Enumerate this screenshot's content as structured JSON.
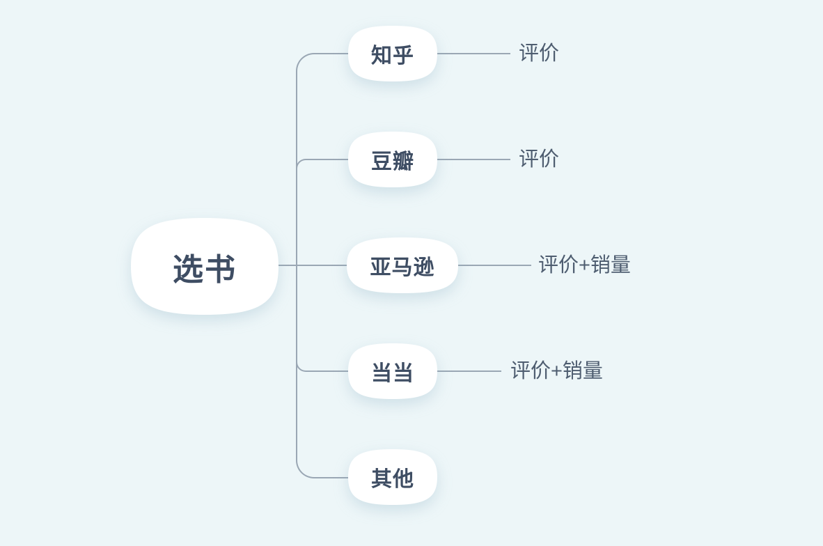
{
  "colors": {
    "background": "#edf6f8",
    "line": "#9aa7b4",
    "node_text": "#3e4d63",
    "leaf_text": "#4e5d70",
    "node_fill": "#ffffff"
  },
  "root": {
    "label": "选书"
  },
  "branches": [
    {
      "label": "知乎",
      "leaf": "评价"
    },
    {
      "label": "豆瓣",
      "leaf": "评价"
    },
    {
      "label": "亚马逊",
      "leaf": "评价+销量"
    },
    {
      "label": "当当",
      "leaf": "评价+销量"
    },
    {
      "label": "其他"
    }
  ]
}
